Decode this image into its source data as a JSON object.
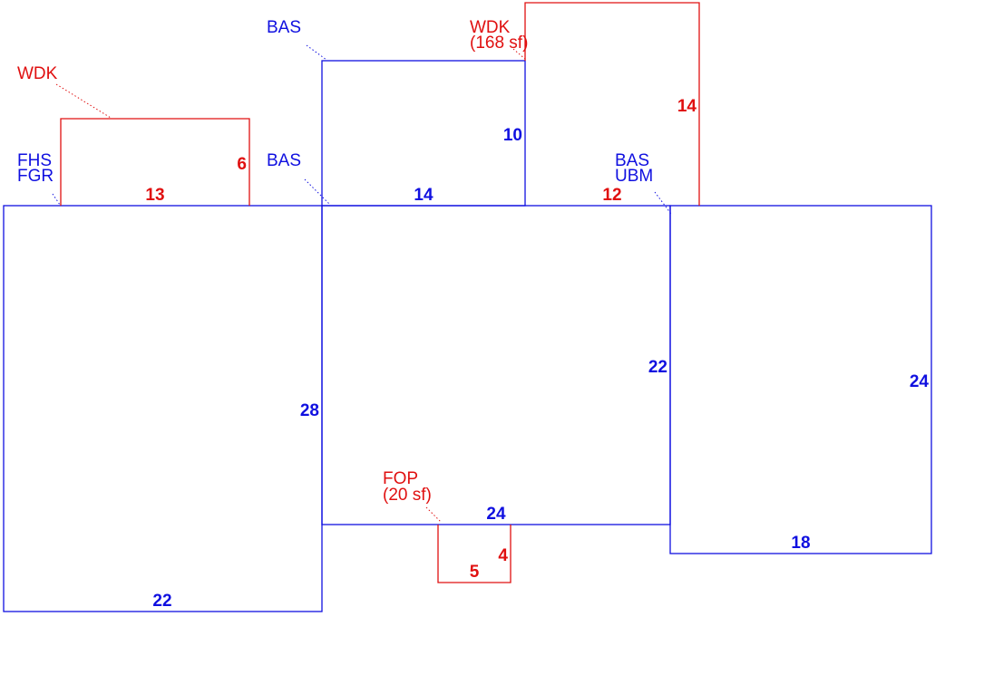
{
  "colors": {
    "blue": "#1010e0",
    "red": "#e01010"
  },
  "labels": {
    "bas_top": "BAS",
    "bas_mid": "BAS",
    "bas_right": "BAS",
    "ubm": "UBM",
    "fhs": "FHS",
    "fgr": "FGR",
    "wdk_left": "WDK",
    "wdk_top": "WDK",
    "wdk_top_area": "(168 sf)",
    "fop": "FOP",
    "fop_area": "(20 sf)"
  },
  "dimensions": {
    "left_bottom": "22",
    "left_right": "28",
    "left_deck_bottom": "13",
    "left_deck_right": "6",
    "upper_bottom": "14",
    "upper_right": "10",
    "top_deck_bottom": "12",
    "top_deck_right": "14",
    "center_right": "22",
    "center_bottom": "24",
    "right_right": "24",
    "right_bottom": "18",
    "porch_right": "4",
    "porch_bottom": "5"
  }
}
